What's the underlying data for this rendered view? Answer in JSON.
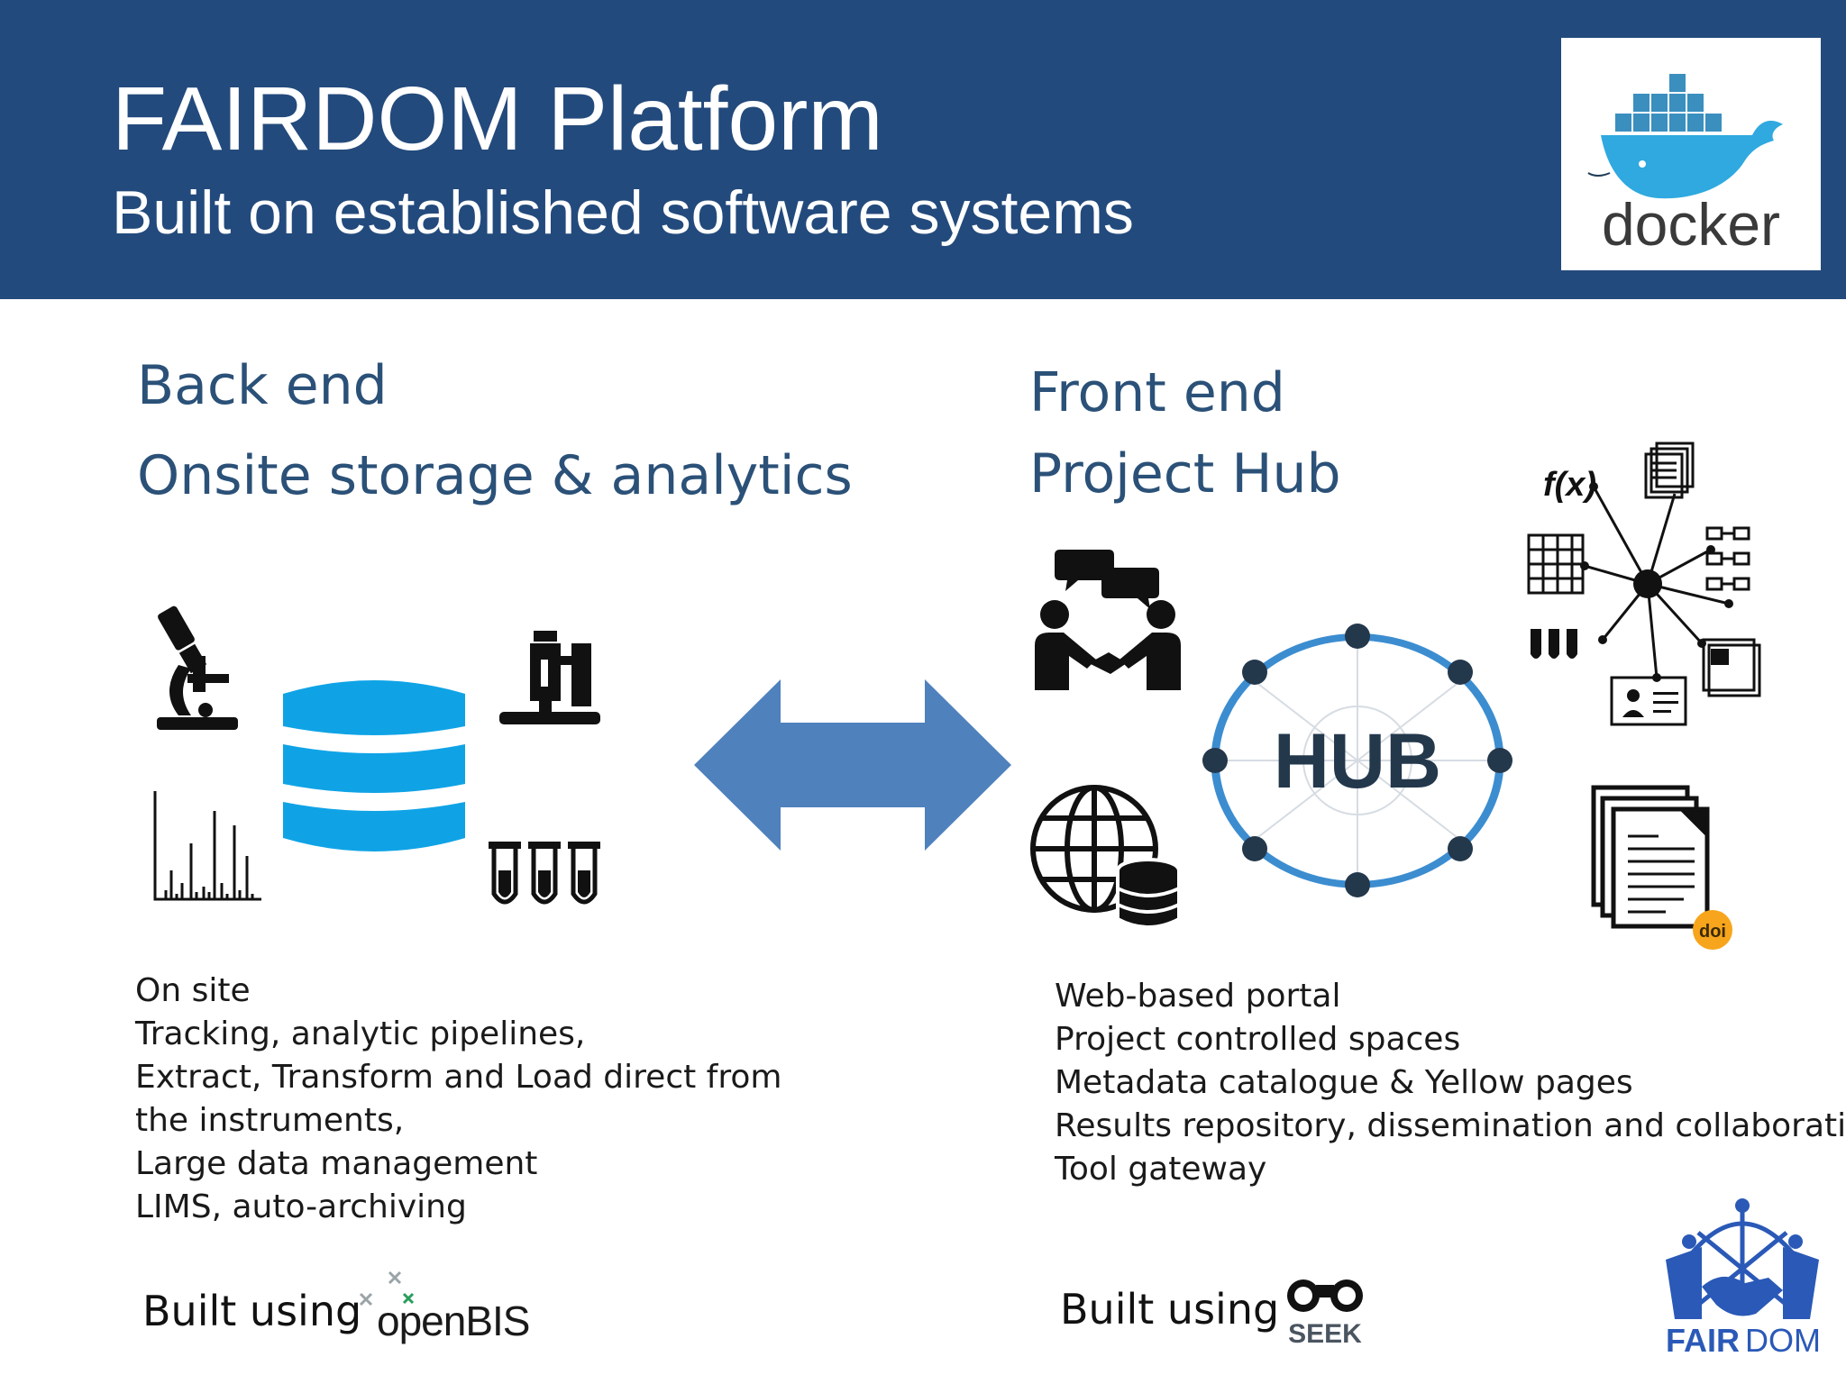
{
  "header": {
    "title": "FAIRDOM Platform",
    "subtitle": "Built on established software systems",
    "background": "#234a7c",
    "docker_logo_text": "docker"
  },
  "backend": {
    "heading": "Back end",
    "subheading": "Onsite storage & analytics",
    "items": [
      "On site",
      "Tracking, analytic pipelines,",
      "Extract, Transform and Load direct from",
      "the instruments,",
      "Large data management",
      "LIMS, auto-archiving"
    ],
    "built_using": "Built using",
    "tool_logo_text": "openBIS",
    "icons": [
      "microscope-icon",
      "database-icon",
      "lab-instrument-icon",
      "spectrum-chart-icon",
      "test-tubes-icon"
    ]
  },
  "frontend": {
    "heading": "Front end",
    "subheading": "Project Hub",
    "items": [
      "Web-based portal",
      "Project controlled spaces",
      "Metadata catalogue & Yellow pages",
      "Results repository, dissemination and collaboration",
      "Tool gateway"
    ],
    "built_using": "Built using",
    "tool_logo_text": "SEEK",
    "hub_label": "HUB",
    "fx_label": "f(x)",
    "doi_label": "doi",
    "icons": [
      "collaboration-icon",
      "globe-database-icon",
      "hub-icon",
      "network-icon",
      "documents-doi-icon"
    ]
  },
  "footer": {
    "logo_text_fair": "FAIR",
    "logo_text_dom": "DOM"
  },
  "colors": {
    "header_blue": "#234a7c",
    "heading_blue": "#2b5178",
    "arrow_blue": "#4f81bd",
    "database_blue": "#0fa3e6",
    "hub_blue": "#3c8dd0",
    "fairdom_blue": "#2a59b7"
  }
}
